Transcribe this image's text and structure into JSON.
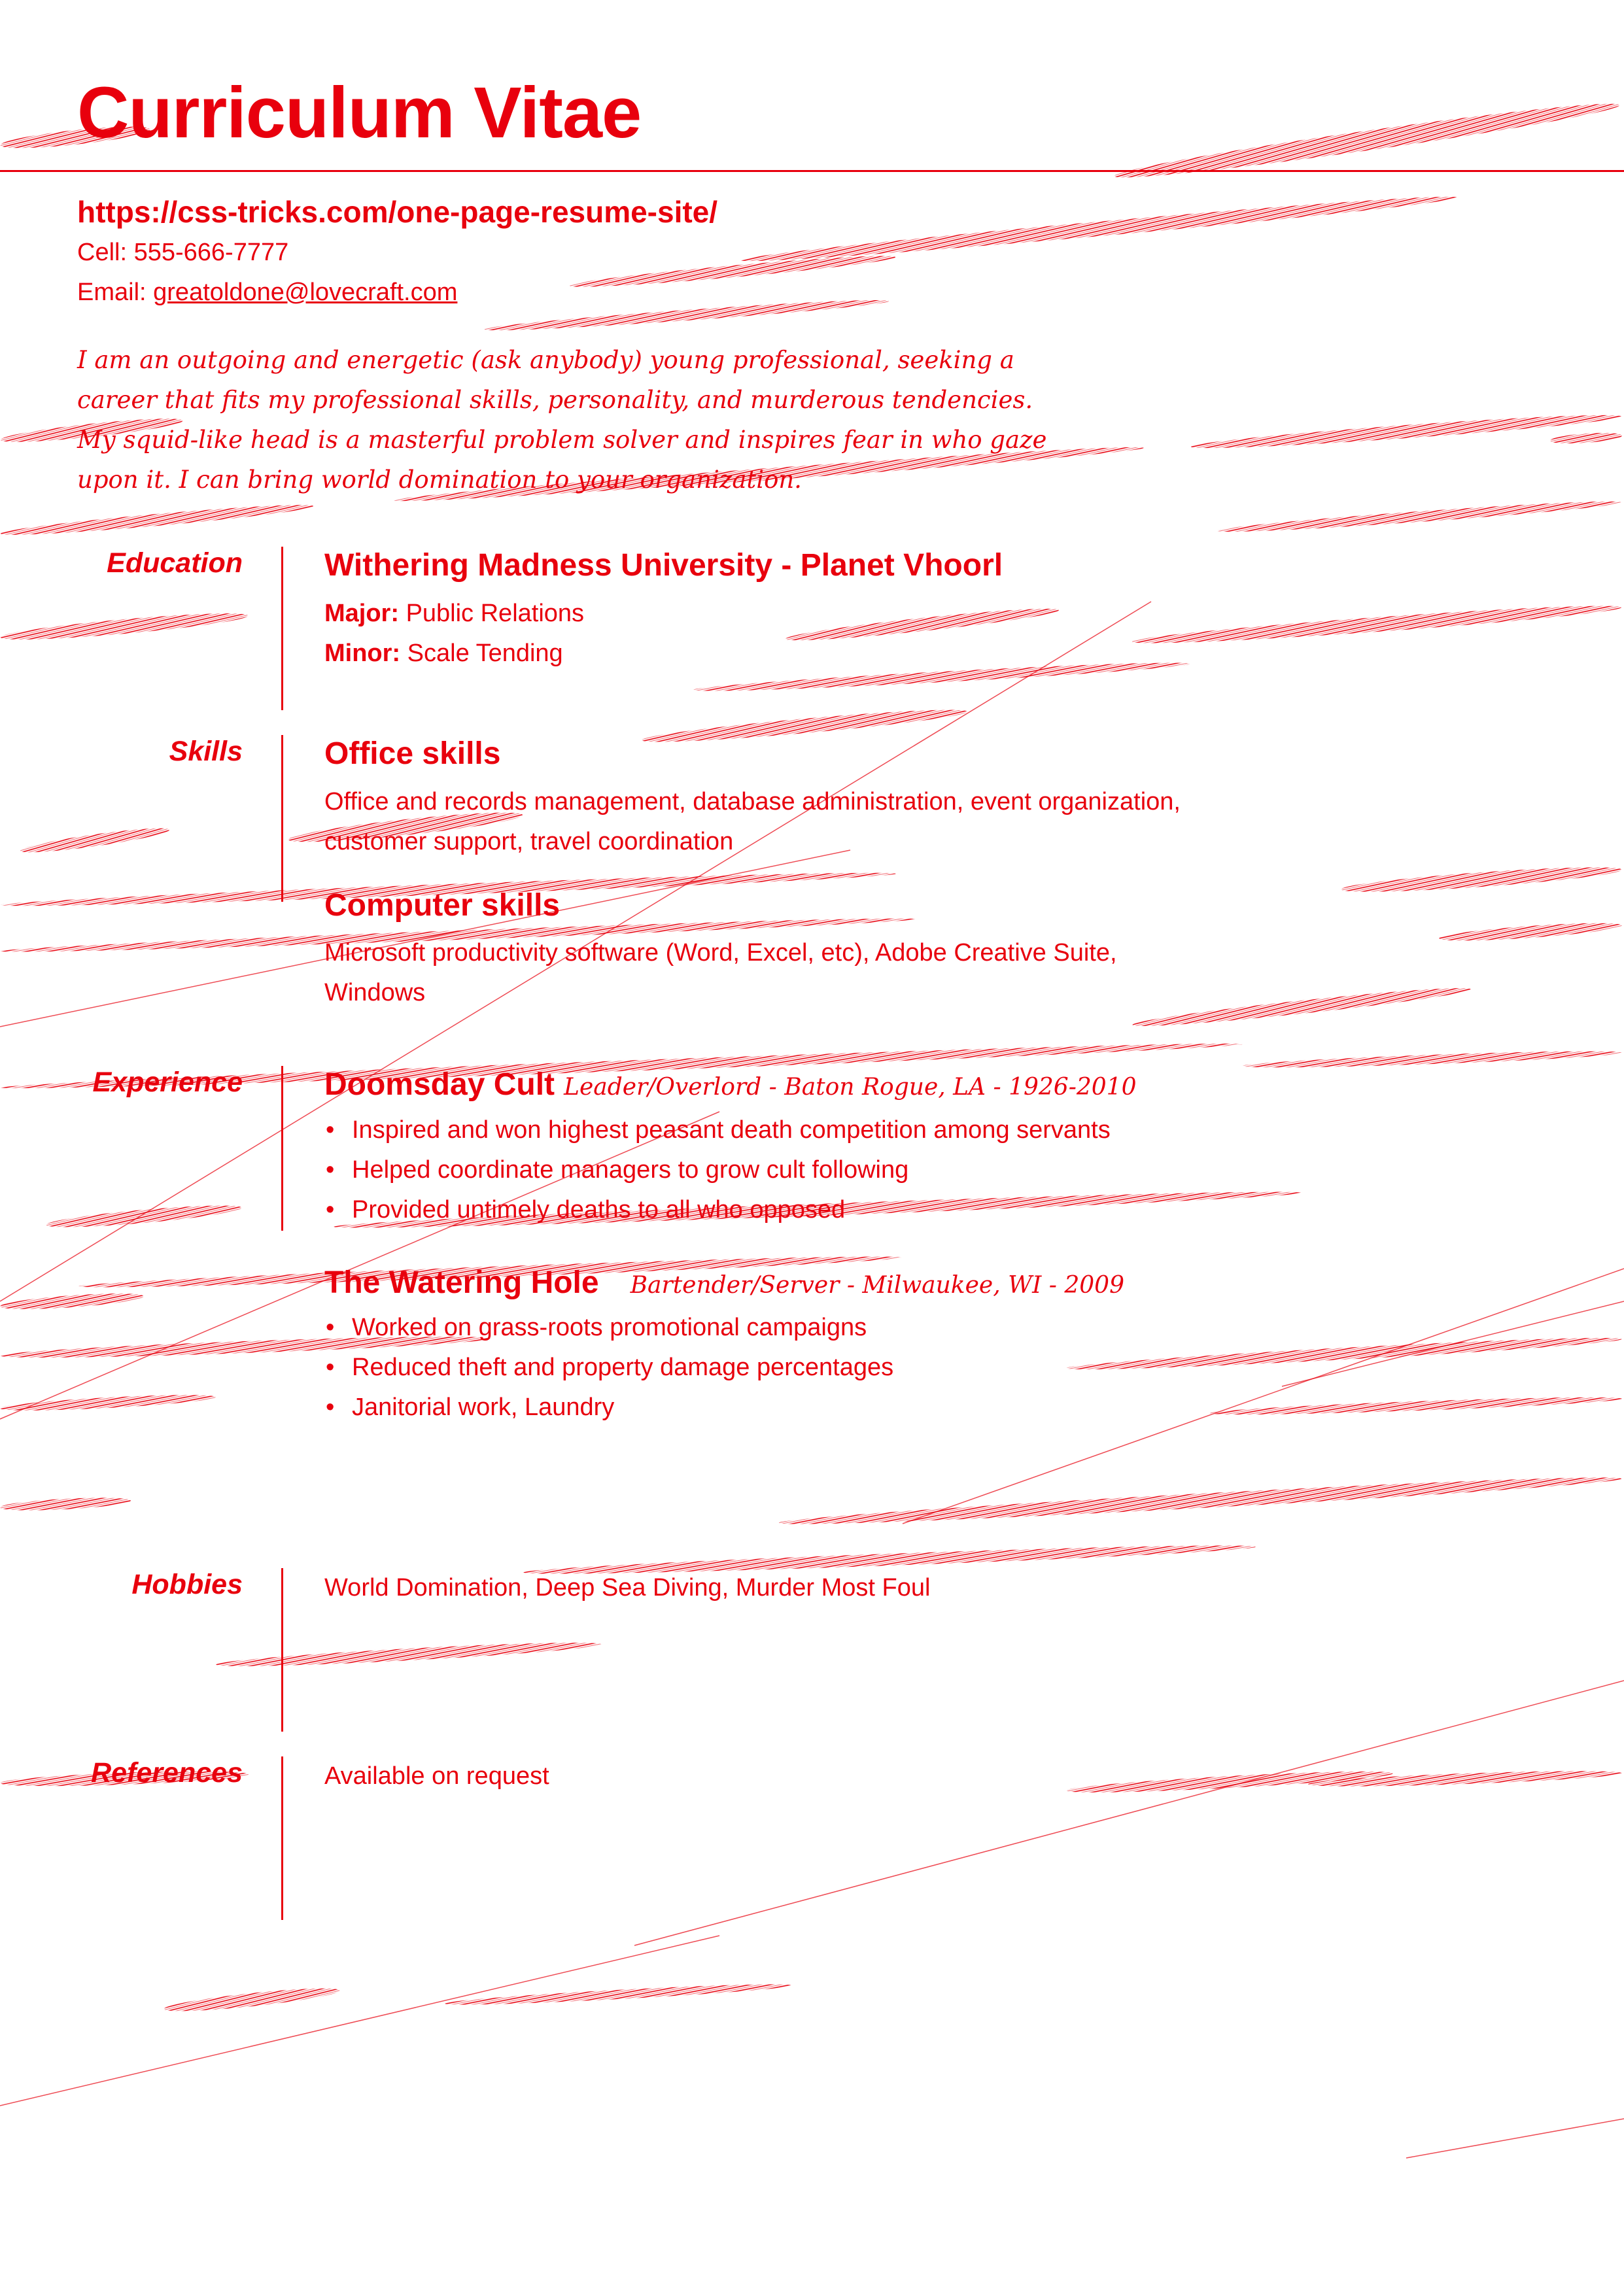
{
  "header": {
    "title": "Curriculum Vitae",
    "url": "https://css-tricks.com/one-page-resume-site/",
    "cell_label": "Cell:",
    "cell_value": "555-666-7777",
    "email_label": "Email:",
    "email_value": "greatoldone@lovecraft.com"
  },
  "objective": "I am an outgoing and energetic (ask anybody) young professional, seeking a career that fits my professional skills, personality, and murderous tendencies. My squid-like head is a masterful problem solver and inspires fear in who gaze upon it. I can bring world domination to your organization.",
  "education": {
    "label": "Education",
    "school": "Withering Madness University - Planet Vhoorl",
    "major_label": "Major:",
    "major_value": "Public Relations",
    "minor_label": "Minor:",
    "minor_value": "Scale Tending"
  },
  "skills": {
    "label": "Skills",
    "office_heading": "Office skills",
    "office_text": "Office and records management, database administration, event organization, customer support, travel coordination",
    "computer_heading": "Computer skills",
    "computer_text": "Microsoft productivity software (Word, Excel, etc), Adobe Creative Suite, Windows"
  },
  "experience": {
    "label": "Experience",
    "jobs": [
      {
        "company": "Doomsday Cult",
        "title": "Leader/Overlord - Baton Rogue, LA - 1926-2010",
        "bullets": [
          "Inspired and won highest peasant death competition among servants",
          "Helped coordinate managers to grow cult following",
          "Provided untimely deaths to all who opposed"
        ]
      },
      {
        "company": "The Watering Hole",
        "title": "Bartender/Server - Milwaukee, WI - 2009",
        "bullets": [
          "Worked on grass-roots promotional campaigns",
          "Reduced theft and property damage percentages",
          "Janitorial work, Laundry"
        ]
      }
    ]
  },
  "hobbies": {
    "label": "Hobbies",
    "text": "World Domination, Deep Sea Diving, Murder Most Foul"
  },
  "references": {
    "label": "References",
    "text": "Available on request"
  },
  "colors": {
    "text": "#e8000d",
    "background": "#ffffff"
  }
}
